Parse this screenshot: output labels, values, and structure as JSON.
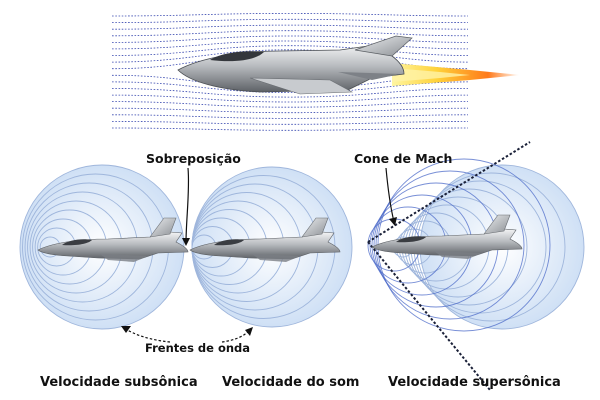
{
  "labels": {
    "overlap": "Sobreposição",
    "mach_cone": "Cone de Mach",
    "wave_fronts": "Frentes de onda",
    "subsonic": "Velocidade subsônica",
    "sonic": "Velocidade do som",
    "supersonic": "Velocidade supersônica"
  },
  "colors": {
    "wave_fill": "#dbe8f8",
    "wave_stroke": "#9fb6dc",
    "mach_line": "#4a68c8",
    "cone": "#1a2038",
    "streamline": "#3a4ab0",
    "flame_core": "#ffe24a",
    "flame_outer": "#ff7a1a",
    "jet_body": "#9a9ea4"
  },
  "icons": [
    "jet-fighter-icon",
    "afterburner-flame-icon",
    "sound-wave-icon"
  ]
}
